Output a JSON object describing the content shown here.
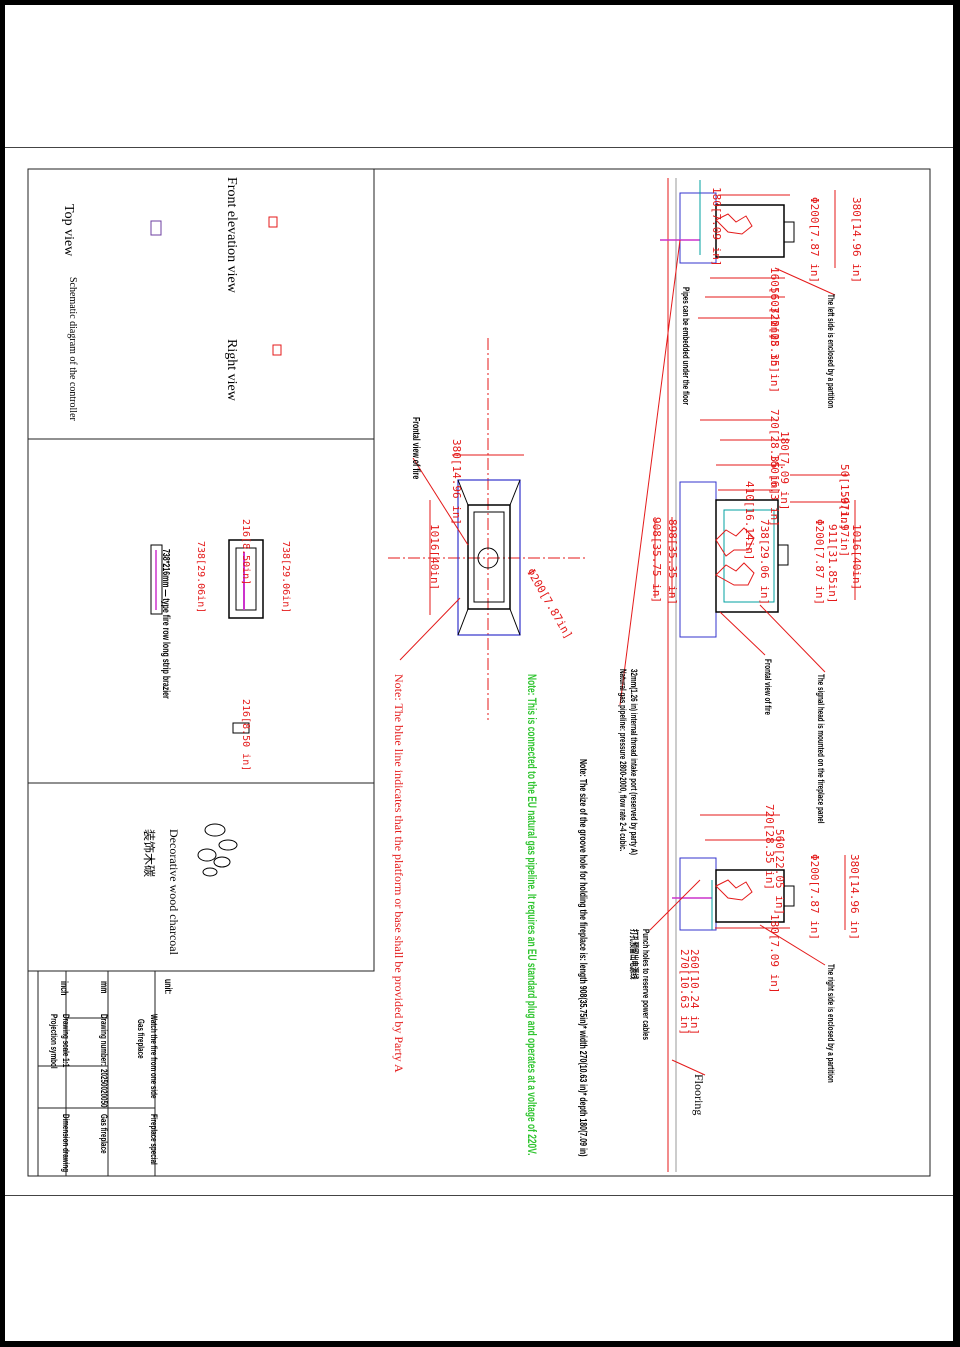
{
  "colors": {
    "frame": "#000000",
    "dimension": "#e41a1a",
    "outline_blue": "#3333cc",
    "burner_magenta": "#cc33cc",
    "note_green": "#2ec42e",
    "partition_green": "#00a0a0"
  },
  "labels": {
    "front_elevation_view": "Front elevation view",
    "right_view": "Right view",
    "top_view": "Top view",
    "schematic_controller": "Schematic diagram of the controller",
    "burner_caption": "738*216mm — type fire row long strip brazier",
    "decorative_wood": "Decorative wood charcoal",
    "decorative_wood_cn": "装饰木碳",
    "frontal_view_fire_left": "Frontal view of fire",
    "frontal_view_fire_mid": "Frontal view of fire",
    "flooring": "Flooring",
    "pipe_embedded": "Pipes can be embedded under the floor",
    "left_partition": "The left side is enclosed by a partition",
    "right_partition": "The right side is enclosed by a partition",
    "signal_head": "The signal head is mounted on the fireplace panel",
    "punch_holes": "Punch holes to reserve power cables",
    "punch_holes_cn": "打孔预留出电源线",
    "inlet_line1": "32mm(1.26 in) internal thread intake port (reserved by party A)",
    "inlet_line2": "Natural gas pipeline: pressure 2800-2000, flow rate 2-4 cubic.",
    "note_groove": "Note: The size of the groove hole for holding the fireplace is: length 908(35.75in)* width 270(10.63 in)* depth 180(7.09 in)",
    "note_gas": "Note: This is connected to the EU natural gas pipeline. It requires an EU standard plug and operates at a voltage of 220V.",
    "note_blue": "Note: The blue line indicates that the platform or base shall be provided by Party A"
  },
  "dims": {
    "d380_top": "380[14.96 in]",
    "d180_top": "180[7.09 in]",
    "d200_top": "Φ200[7.87 in]",
    "d160_top": "160[6.3 in]",
    "d560_top": "560[22.05 in]",
    "d720_top": "720[28.35 in]",
    "d720_mid": "720[28.35 in]",
    "d180_mid": "180[7.09 in]",
    "d160_mid": "160[6.3 in]",
    "d50a_mid": "50[1.97in]",
    "d410_mid": "410[16.14in]",
    "d50b_mid": "50[1.97in]",
    "d738_mid": "738[29.06 in]",
    "d200_mid": "Φ200[7.87 in]",
    "d911_mid": "911[31.85in]",
    "d1016_mid": "1016[40in]",
    "d908_mid": "908[35.75 in]",
    "d898_mid": "898[35.35 in]",
    "d720_bot": "720[28.35 in]",
    "d560_bot": "560[22.05 in]",
    "d380_bot": "380[14.96 in]",
    "d200_bot": "Φ200[7.87 in]",
    "d180_bot": "180[7.09 in]",
    "d260_bot": "260[10.24 in]",
    "d270_bot": "270[10.63 in]",
    "d380_front": "380[14.96 in]",
    "d1016_front": "1016[40in]",
    "d200_front": "Φ200[7.87in]",
    "d216_burner": "216[8.50in]",
    "d738_burner_a": "738[29.06in]",
    "d738_burner_b": "738[29.06in]",
    "d216_small": "216[8.50 in]"
  },
  "title_block": {
    "unit_header": "unit:",
    "unit_mm": "mm",
    "unit_inch": "inch",
    "desc1": "Watch the fire from one side",
    "desc2": "Gas fireplace",
    "drawing_number_label": "Drawing number:",
    "drawing_number": "20250020050",
    "drawing_scale": "Drawing scale 1:1",
    "projection_symbol": "Projection symbol",
    "product_title": "Fireplace special",
    "product_type": "Gas fireplace",
    "drawing_type": "Dimension drawing"
  }
}
